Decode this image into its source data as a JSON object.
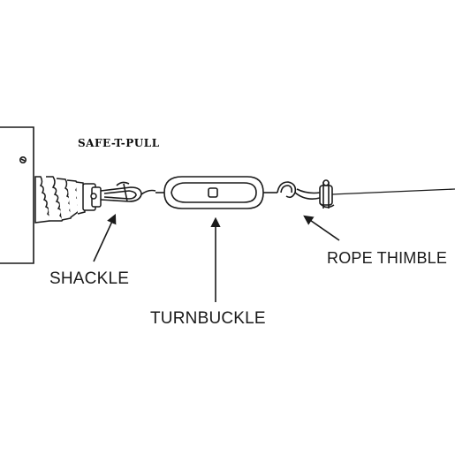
{
  "logo": {
    "text": "SAFE-T-PULL"
  },
  "labels": {
    "shackle": "SHACKLE",
    "turnbuckle": "TURNBUCKLE",
    "rope_thimble": "ROPE THIMBLE"
  },
  "colors": {
    "line": "#1a1a1a",
    "background": "#ffffff"
  }
}
